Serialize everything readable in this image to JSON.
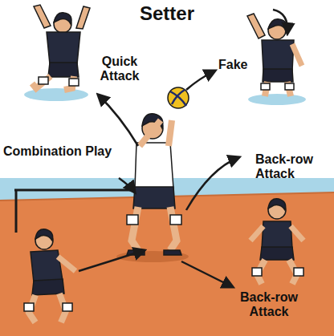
{
  "diagram": {
    "title": "Setter",
    "labels": [
      "Quick Attack",
      "Fake",
      "Combination Play",
      "Back-row Attack",
      "Back-row Attack"
    ]
  }
}
